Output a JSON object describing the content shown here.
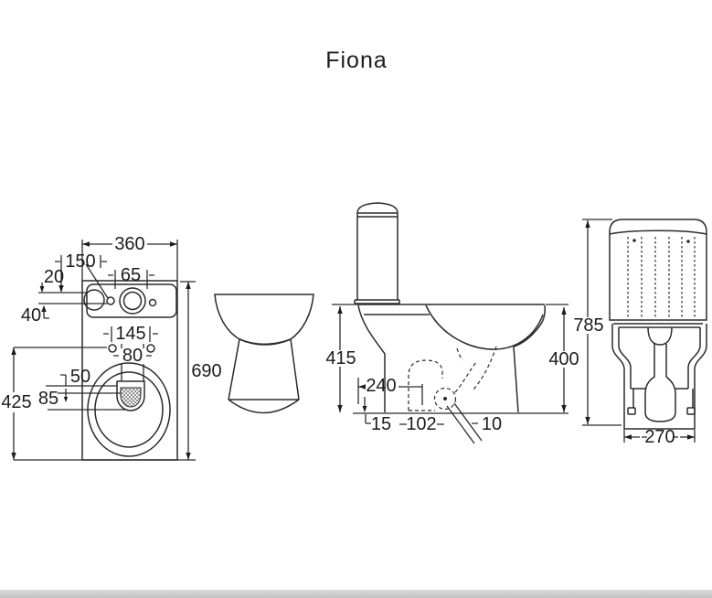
{
  "title": "Fiona",
  "top_view": {
    "width": "360",
    "holes_span": "150",
    "hole_offset": "20",
    "button_width": "65",
    "back_offset": "40",
    "seat_holes_span": "145",
    "flush_hole_width": "80",
    "outlet_offset": "50",
    "outlet_width": "85",
    "outlet_from_front": "425",
    "total_depth": "690"
  },
  "side_view": {
    "tank_shelf_height": "415",
    "trap_depth": "240",
    "wall_gap": "15",
    "outlet_distance": "102",
    "slope": "10",
    "rim_height": "400"
  },
  "front_view": {
    "total_height": "785",
    "base_width": "270"
  }
}
